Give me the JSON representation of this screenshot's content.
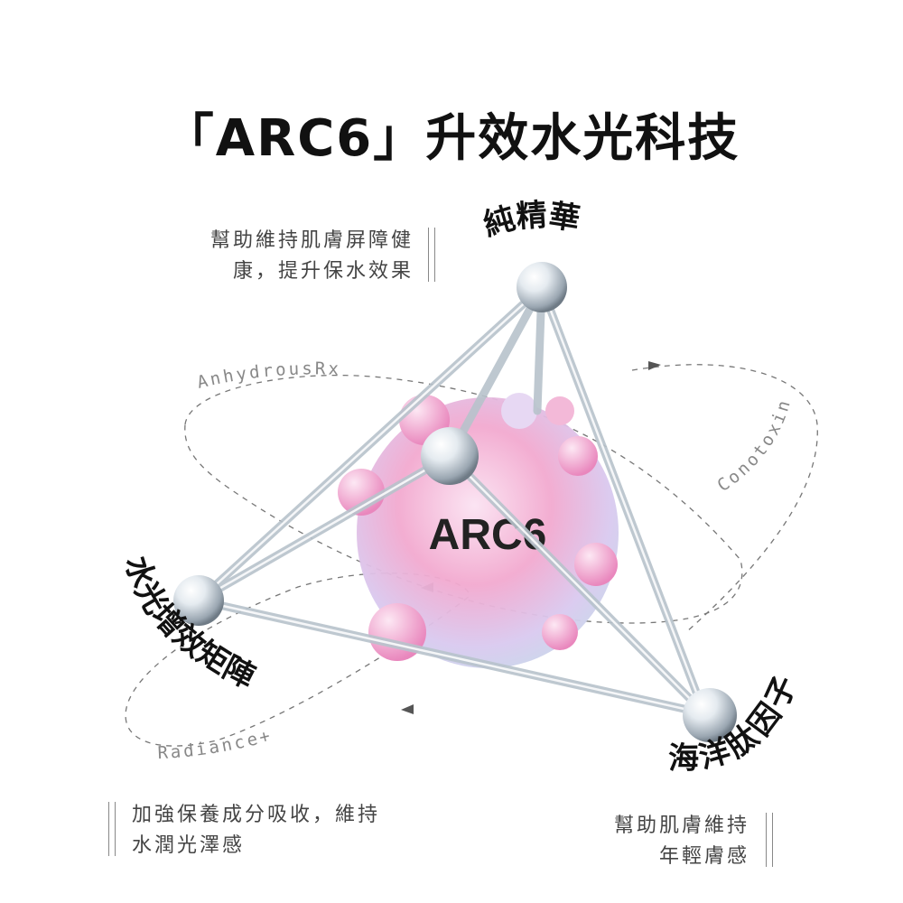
{
  "title": "「ARC6」升效水光科技",
  "notes": {
    "top_left": [
      "幫助維持肌膚屏障健",
      "康，提升保水效果"
    ],
    "bottom_left": [
      "加強保養成分吸收，維持",
      "水潤光澤感"
    ],
    "bottom_right": [
      "幫助肌膚維持",
      "年輕膚感"
    ]
  },
  "labels": {
    "pure_essence": "純精華",
    "hydro_matrix": "水光增效矩陣",
    "marine_peptide": "海洋肽因子",
    "core": "ARC6",
    "orbit_anhydrous": "AnhydrousRx",
    "orbit_conotoxin": "Conotoxin",
    "orbit_radiance": "Radiance+"
  },
  "colors": {
    "core_pink": "#f2a9cf",
    "core_lilac": "#d9c9ef",
    "glass": "#c9d3dc"
  }
}
